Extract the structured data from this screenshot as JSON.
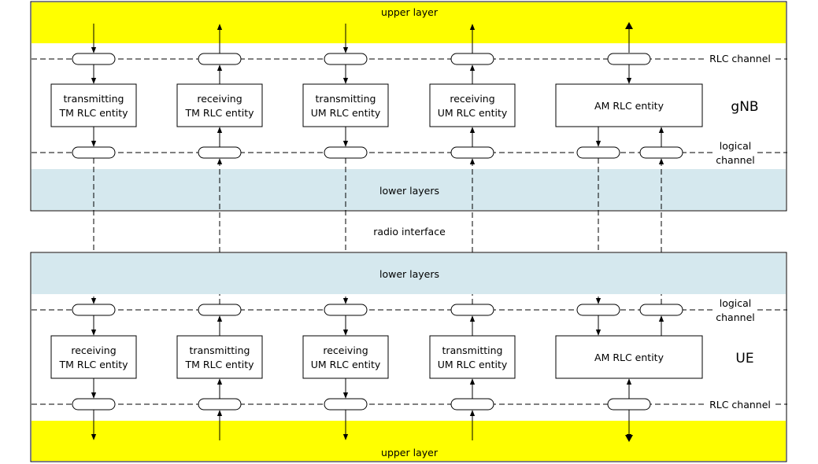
{
  "diagram": {
    "gnb": {
      "node_label": "gNB",
      "upper_layer": "upper layer",
      "rlc_channel": "RLC channel",
      "logical_channel": [
        "logical",
        "channel"
      ],
      "lower_layers": "lower layers",
      "entities": [
        {
          "lines": [
            "transmitting",
            "TM RLC entity"
          ]
        },
        {
          "lines": [
            "receiving",
            "TM RLC entity"
          ]
        },
        {
          "lines": [
            "transmitting",
            "UM RLC entity"
          ]
        },
        {
          "lines": [
            "receiving",
            "UM RLC entity"
          ]
        },
        {
          "lines": [
            "AM RLC entity"
          ]
        }
      ]
    },
    "radio_interface": "radio interface",
    "ue": {
      "node_label": "UE",
      "upper_layer": "upper layer",
      "rlc_channel": "RLC channel",
      "logical_channel": [
        "logical",
        "channel"
      ],
      "lower_layers": "lower layers",
      "entities": [
        {
          "lines": [
            "receiving",
            "TM RLC entity"
          ]
        },
        {
          "lines": [
            "transmitting",
            "TM RLC entity"
          ]
        },
        {
          "lines": [
            "receiving",
            "UM RLC entity"
          ]
        },
        {
          "lines": [
            "transmitting",
            "UM RLC entity"
          ]
        },
        {
          "lines": [
            "AM RLC entity"
          ]
        }
      ]
    },
    "colors": {
      "upper_layer_fill": "#ffff00",
      "lower_layer_fill": "#d5e8ee",
      "line": "#000000"
    }
  }
}
